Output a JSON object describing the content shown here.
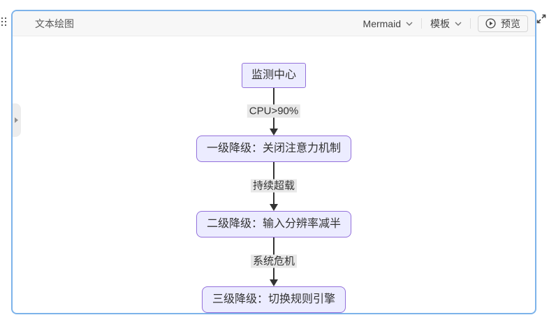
{
  "toolbar": {
    "title": "文本绘图",
    "language_selector": "Mermaid",
    "template_selector": "模板",
    "preview_label": "预览"
  },
  "icons": {
    "drag_handle": "drag-dots-icon",
    "expand": "expand-arrows-icon",
    "chevron": "chevron-down-icon",
    "play": "play-circle-icon",
    "side_toggle": "triangle-right-icon"
  },
  "diagram": {
    "type": "flowchart-vertical",
    "nodes": [
      {
        "id": "A",
        "label": "监测中心",
        "shape": "rect"
      },
      {
        "id": "B",
        "label": "一级降级：关闭注意力机制",
        "shape": "rounded"
      },
      {
        "id": "C",
        "label": "二级降级：输入分辨率减半",
        "shape": "rounded"
      },
      {
        "id": "D",
        "label": "三级降级：切换规则引擎",
        "shape": "rounded"
      }
    ],
    "edges": [
      {
        "from": "A",
        "to": "B",
        "label": "CPU>90%"
      },
      {
        "from": "B",
        "to": "C",
        "label": "持续超载"
      },
      {
        "from": "C",
        "to": "D",
        "label": "系统危机"
      }
    ],
    "colors": {
      "node_fill": "#ECECFF",
      "node_border": "#9370DB",
      "edge_line": "#333333",
      "edge_label_bg": "#e8e8e8",
      "panel_border": "#7db3ea"
    }
  }
}
